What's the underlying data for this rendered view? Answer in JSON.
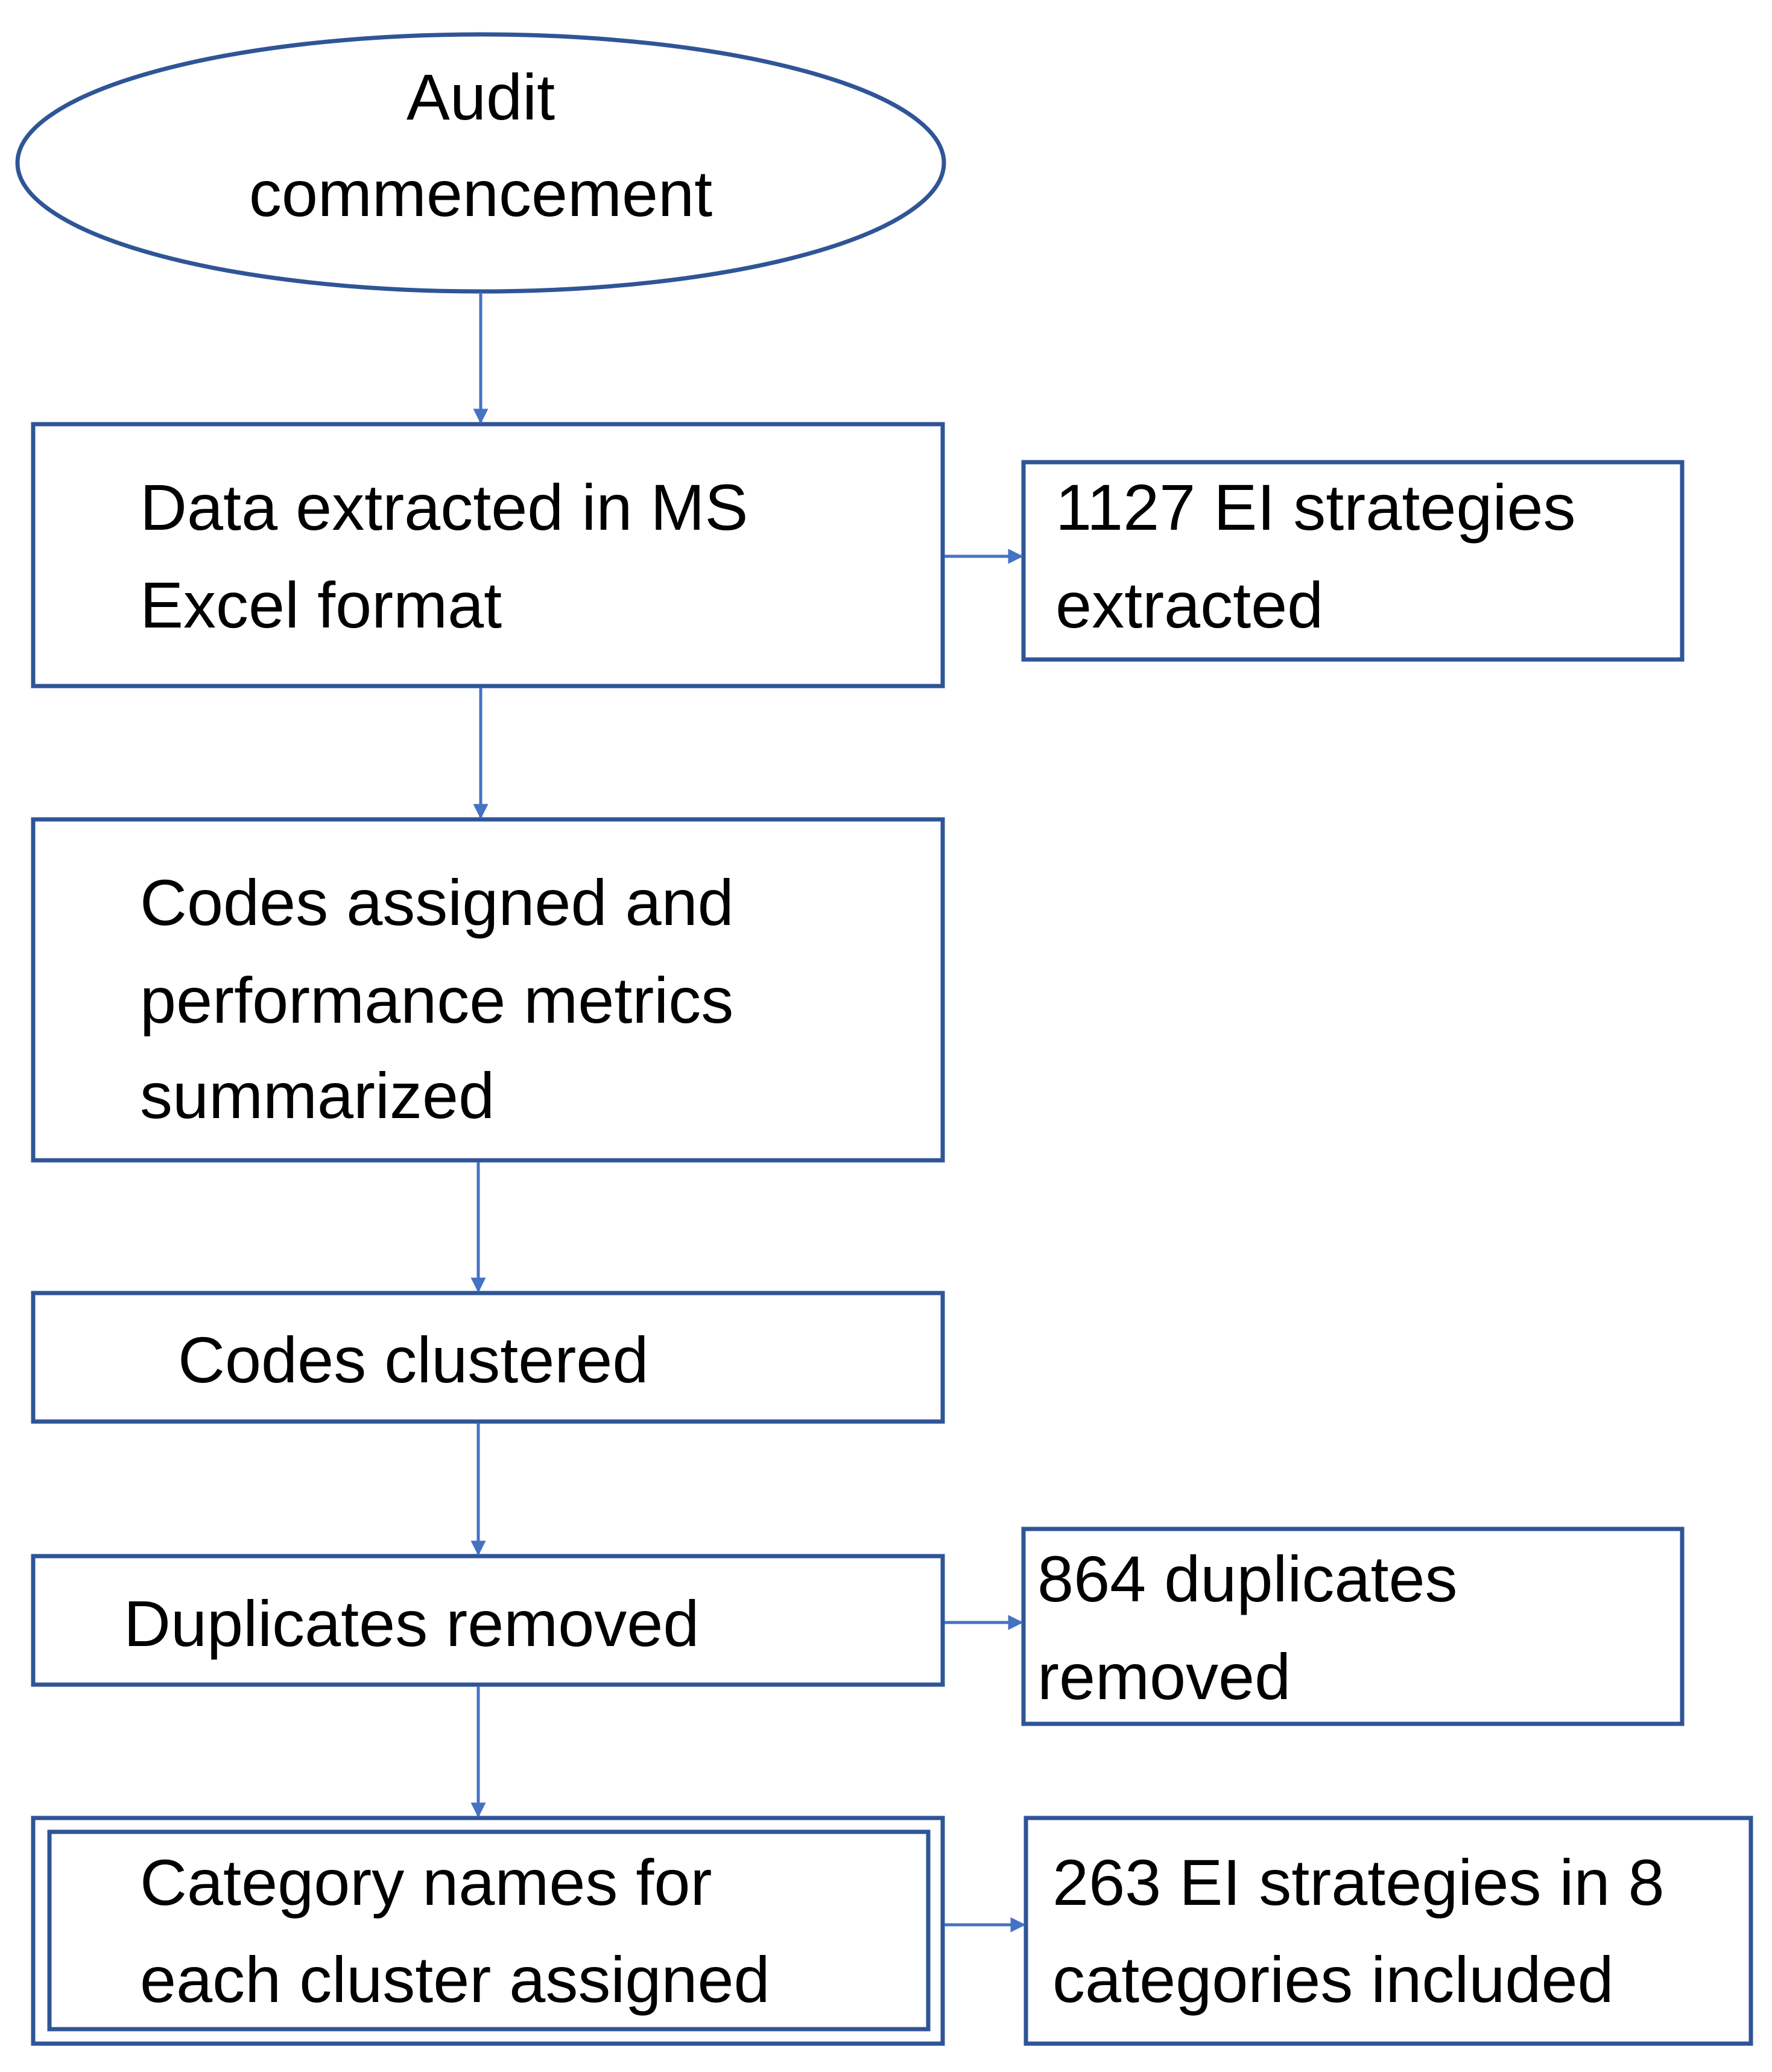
{
  "colors": {
    "stroke": "#2f5597",
    "arrow": "#4472c4",
    "text": "#000000",
    "background": "#ffffff"
  },
  "nodes": {
    "start": {
      "line1": "Audit",
      "line2": "commencement"
    },
    "extract": {
      "line1": "Data extracted in MS",
      "line2": "Excel format"
    },
    "codes": {
      "line1": "Codes assigned and",
      "line2": "performance metrics",
      "line3": "summarized"
    },
    "cluster": {
      "line1": "Codes clustered"
    },
    "dedupe": {
      "line1": "Duplicates removed"
    },
    "category": {
      "line1": "Category names for",
      "line2": "each cluster assigned"
    }
  },
  "outcomes": {
    "extracted": {
      "line1": "1127 EI strategies",
      "line2": "extracted"
    },
    "duplicates": {
      "line1": "864 duplicates",
      "line2": "removed"
    },
    "included": {
      "line1": "263 EI strategies in 8",
      "line2": "categories included"
    }
  }
}
